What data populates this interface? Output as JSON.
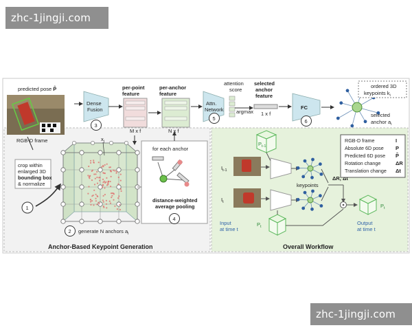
{
  "watermark": {
    "text": "zhc-1jingji.com"
  },
  "colors": {
    "panel_fill": "#f2f2f2",
    "workflow_fill": "#e6f2dc",
    "teal_block": "#cde6ee",
    "green_accent": "#4caf50",
    "blue_text": "#2f62a8",
    "red_points": "#e06a6a"
  },
  "diagram": {
    "predicted_pose_label": "predicted pose",
    "predicted_pose_symbol": "P̂",
    "rgbd_frame_label": "RGB-D frame",
    "crop_lines": [
      "crop within",
      "enlarged 3D",
      "bounding box",
      "& normalize"
    ],
    "step1": "1",
    "step2": "2",
    "step3": "3",
    "step4": "4",
    "step5": "5",
    "step6": "6",
    "generate_anchors": "generate N anchors a",
    "generate_anchors_sub": "i",
    "xj_label": "x",
    "xj_sub": "j",
    "dense_fusion": [
      "Dense",
      "Fusion"
    ],
    "per_point_feature": [
      "per-point",
      "feature"
    ],
    "per_point_dims": "M x f",
    "per_anchor_feature": [
      "per-anchor",
      "feature"
    ],
    "per_anchor_dims": "N x f",
    "attn_network": [
      "Attn.",
      "Network"
    ],
    "attention_score": [
      "attention",
      "score"
    ],
    "argmax": "argmax",
    "selected_anchor_feature": [
      "selected",
      "anchor",
      "feature"
    ],
    "selected_dims": "1 x f",
    "fc": "FC",
    "ordered_keypoints": [
      "ordered 3D",
      "keypoints k"
    ],
    "ordered_keypoints_sub": "i",
    "selected_anchor": [
      "selected",
      "anchor a"
    ],
    "selected_anchor_sub": "i",
    "for_each_anchor": "for each anchor",
    "distance_weighted": [
      "distance-weighted",
      "average pooling"
    ],
    "section_left_title": "Anchor-Based Keypoint Generation",
    "section_right_title": "Overall Workflow"
  },
  "workflow": {
    "p_prev_label": "P",
    "p_prev_sub": "t-1",
    "i_prev_label": "I",
    "i_prev_sub": "t-1",
    "i_t_label": "I",
    "i_t_sub": "t",
    "p_t_label": "P",
    "p_t_sub": "t",
    "p_out_label": "P",
    "p_out_sub": "t",
    "keypoints_label": "keypoints",
    "delta_label": "ΔR, Δt",
    "input_text": [
      "Input",
      "at time t"
    ],
    "output_text": [
      "Output",
      "at time t"
    ]
  },
  "legend": [
    {
      "label": "RGB-D frame",
      "symbol": "I"
    },
    {
      "label": "Absolute 6D pose",
      "symbol": "P"
    },
    {
      "label": "Predicted 6D pose",
      "symbol": "P̂"
    },
    {
      "label": "Rotation change",
      "symbol": "ΔR"
    },
    {
      "label": "Translation change",
      "symbol": "Δt"
    }
  ]
}
